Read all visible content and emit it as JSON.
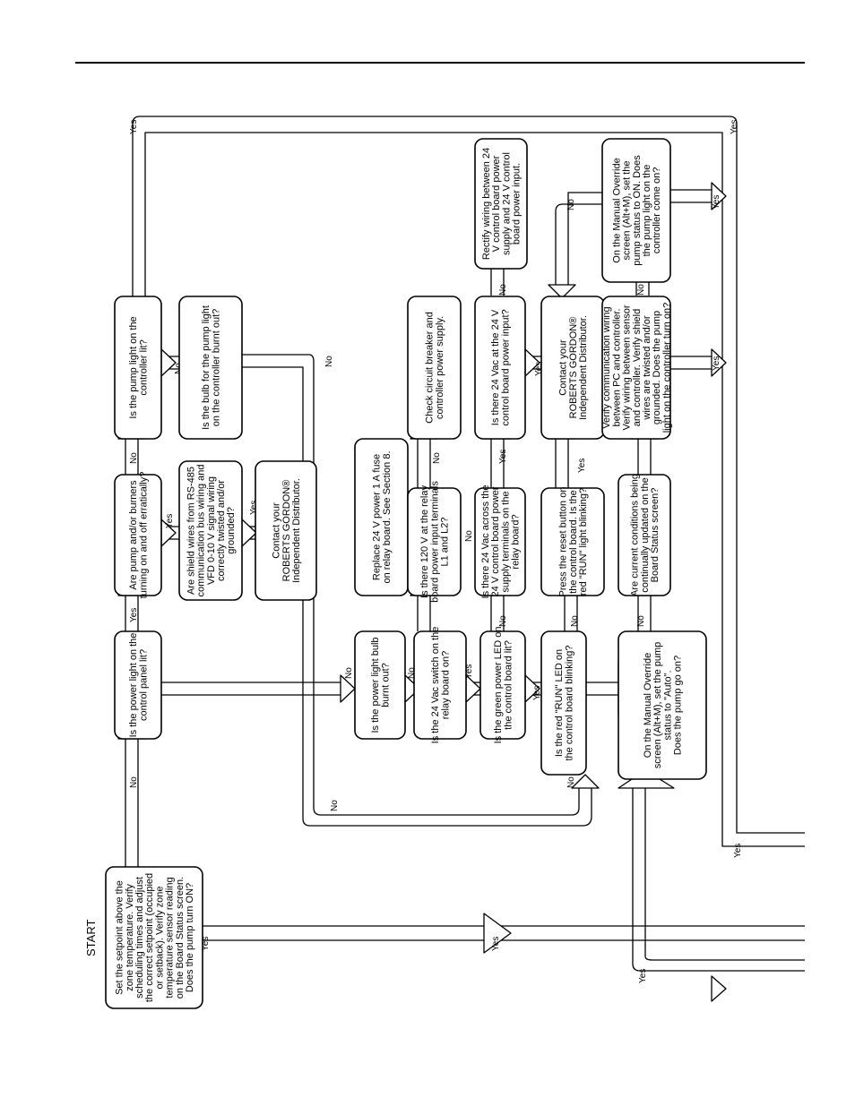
{
  "start_label": "START",
  "yes": "Yes",
  "no": "No",
  "nodes": {
    "start": [
      "Set the setpoint above the",
      "zone temperature. Verify",
      "scheduling times and adjust",
      "the correct setpoint (occupied",
      "or setback). Verify zone",
      "temperature sensor reading",
      "on the Board Status screen.",
      "Does the pump turn ON?"
    ],
    "power_light": [
      "Is the power light on the",
      "control panel lit?"
    ],
    "erratic": [
      "Are pump and/or burners",
      "turning on and off erratically?"
    ],
    "pump_light": [
      "Is the pump light on the",
      "controller lit?"
    ],
    "shield_rs485": [
      "Are shield wires from RS-485",
      "communication bus wiring and",
      "VFD 0-10 V signal wiring",
      "correctly twisted and/or",
      "grounded?"
    ],
    "contact_1": [
      "Contact your",
      "ROBERTS GORDON®",
      "Independent Distributor."
    ],
    "bulb_pump": [
      "Is the bulb for the pump light",
      "on the controller burnt out?"
    ],
    "bulb_power": [
      "Is the power light bulb",
      "burnt out?"
    ],
    "switch_24v": [
      "Is the 24 Vac switch on the",
      "relay board on?"
    ],
    "green_led": [
      "Is the green power LED on",
      "the control board lit?"
    ],
    "run_led": [
      "Is the red \"RUN\" LED on",
      "the control board blinking?"
    ],
    "replace_fuse": [
      "Replace 24 V power 1 A fuse",
      "on relay board. See Section 8."
    ],
    "v120": [
      "Is there 120 V at the relay",
      "board power input terminals",
      "L1 and L2?"
    ],
    "v24_supply": [
      "Is there 24 Vac across the",
      "24 V control board power",
      "supply terminals on the",
      "relay board?"
    ],
    "reset": [
      "Press the reset button on",
      "the control board. Is the",
      "red \"RUN\" light blinking?"
    ],
    "breaker": [
      "Check circuit breaker and",
      "controller power supply."
    ],
    "v24_input": [
      "Is there 24 Vac at the 24 V",
      "control board power input?"
    ],
    "contact_2": [
      "Contact your",
      "ROBERTS GORDON®",
      "Independent Distributor."
    ],
    "rectify": [
      "Rectify wiring between 24",
      "V control board power",
      "supply and 24 V control",
      "board power input."
    ],
    "manual_auto": [
      "On the Manual Override",
      "screen (Alt+M), set the pump",
      "status to \"Auto\".",
      "Does the pump go on?"
    ],
    "conditions": [
      "Are current conditions being",
      "continually updated on the",
      "Board Status screen?"
    ],
    "verify_comm": [
      "Verify communication wiring",
      "between PC and controller.",
      "Verify wiring between sensor",
      "and controller. Verify shield",
      "wires are twisted and/or",
      "grounded. Does the pump",
      "light on the controller turn on?"
    ],
    "manual_on": [
      "On the Manual Override",
      "screen (Alt+M), set the",
      "pump status to ON. Does",
      "the pump light on the",
      "controller come on?"
    ]
  }
}
